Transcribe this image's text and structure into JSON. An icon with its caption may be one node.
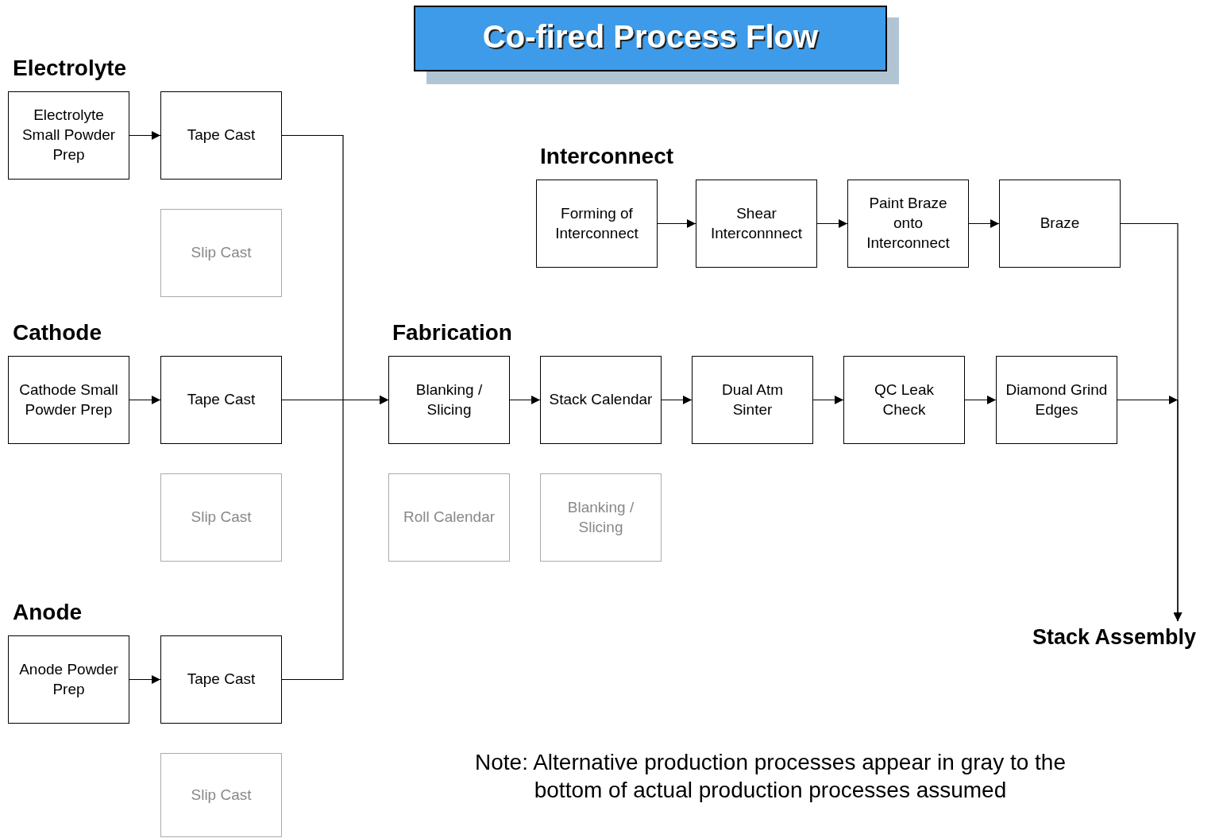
{
  "diagram": {
    "title": "Co-fired Process Flow",
    "nodes": [
      {
        "text": [
          "Electrolyte Small Powder Prep"
        ]
      },
      {
        "text": [
          "Tape Cast"
        ]
      },
      {
        "text": [
          "Slip Cast"
        ]
      },
      {
        "text": [
          "Cathode Small Powder Prep"
        ]
      },
      {
        "text": [
          "Tape Cast"
        ]
      },
      {
        "text": [
          "Slip Cast"
        ]
      },
      {
        "text": [
          "Anode Powder Prep"
        ]
      },
      {
        "text": [
          "Tape Cast"
        ]
      },
      {
        "text": [
          "Slip Cast"
        ]
      },
      {
        "text": [
          "Forming of Interconnect"
        ]
      },
      {
        "text": [
          "Shear Interconnnect"
        ]
      },
      {
        "text": [
          "Paint Braze onto Interconnect"
        ]
      },
      {
        "text": [
          "Braze"
        ]
      },
      {
        "text": [
          "Blanking / Slicing"
        ]
      },
      {
        "text": [
          "Stack Calendar"
        ]
      },
      {
        "text": [
          "Dual Atm Sinter"
        ]
      },
      {
        "text": [
          "QC Leak Check"
        ]
      },
      {
        "text": [
          "Diamond Grind Edges"
        ]
      },
      {
        "text": [
          "Roll Calendar"
        ]
      },
      {
        "text": [
          "Blanking / Slicing"
        ]
      },
      {
        "text": [
          "Stack Assembly"
        ]
      }
    ],
    "edges": [
      {
        "from": 0,
        "to": 1,
        "arrow": "to"
      },
      {
        "from": 3,
        "to": 4,
        "arrow": "to"
      },
      {
        "from": 6,
        "to": 7,
        "arrow": "to"
      },
      {
        "from": 1,
        "to": 13,
        "arrow": "to"
      },
      {
        "from": 4,
        "to": 13,
        "arrow": "to"
      },
      {
        "from": 7,
        "to": 13,
        "arrow": "to"
      },
      {
        "from": 9,
        "to": 10,
        "arrow": "to"
      },
      {
        "from": 10,
        "to": 11,
        "arrow": "to"
      },
      {
        "from": 11,
        "to": 12,
        "arrow": "to"
      },
      {
        "from": 13,
        "to": 14,
        "arrow": "to"
      },
      {
        "from": 14,
        "to": 15,
        "arrow": "to"
      },
      {
        "from": 15,
        "to": 16,
        "arrow": "to"
      },
      {
        "from": 16,
        "to": 17,
        "arrow": "to"
      },
      {
        "from": 12,
        "to": 20,
        "arrow": "to"
      },
      {
        "from": 17,
        "to": 20,
        "arrow": "to"
      }
    ],
    "labels": [
      "Electrolyte",
      "Interconnect",
      "Cathode",
      "Fabrication",
      "Anode",
      "Note: Alternative production processes appear in gray to the bottom of actual production processes assumed"
    ]
  }
}
